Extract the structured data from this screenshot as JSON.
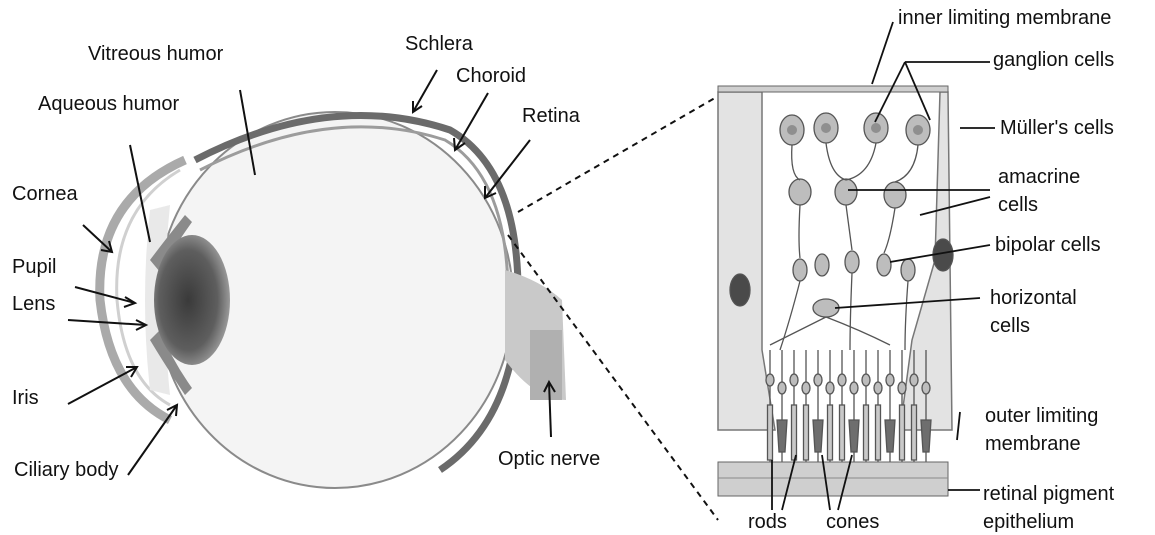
{
  "eye": {
    "labels": {
      "vitreous": "Vitreous humor",
      "aqueous": "Aqueous humor",
      "schlera": "Schlera",
      "choroid": "Choroid",
      "retina": "Retina",
      "cornea": "Cornea",
      "pupil": "Pupil",
      "lens": "Lens",
      "iris": "Iris",
      "ciliary": "Ciliary body",
      "optic": "Optic nerve"
    }
  },
  "retina_detail": {
    "labels": {
      "ilm": "inner limiting membrane",
      "ganglion": "ganglion cells",
      "muller": "Müller's cells",
      "amacrine_1": "amacrine",
      "amacrine_2": "cells",
      "bipolar": "bipolar cells",
      "horizontal_1": "horizontal",
      "horizontal_2": "cells",
      "olm_1": "outer limiting",
      "olm_2": "membrane",
      "rpe_1": "retinal pigment",
      "rpe_2": "epithelium",
      "rods": "rods",
      "cones": "cones"
    }
  },
  "colors": {
    "line": "#111111",
    "tissue": "#e6e6e6",
    "cell": "#bdbdbd",
    "dark": "#4a4a4a"
  }
}
